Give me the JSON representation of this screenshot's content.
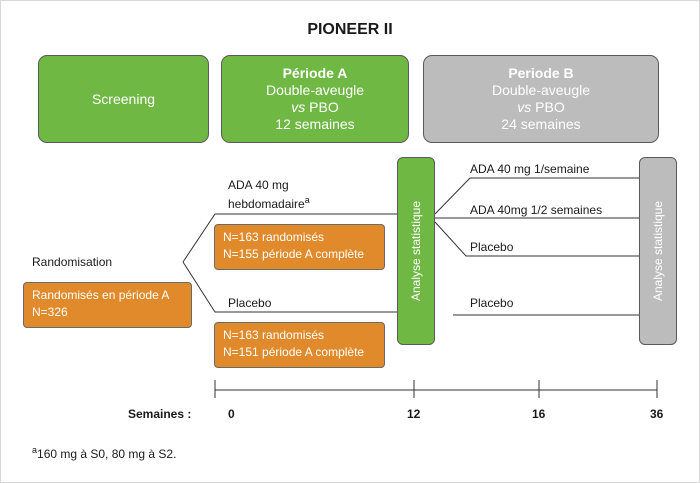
{
  "title": "PIONEER II",
  "phases": {
    "screening": "Screening",
    "period_a": {
      "name": "Période A",
      "line1": "Double-aveugle",
      "vs": "vs",
      "pbo": " PBO",
      "duration": "12 semaines"
    },
    "period_b": {
      "name": "Periode B",
      "line1": "Double-aveugle",
      "vs": "vs",
      "pbo": " PBO",
      "duration": "24 semaines"
    }
  },
  "arms_a": {
    "ada_line1": "ADA 40 mg",
    "ada_line2": "hebdomadaire",
    "ada_sup": "a",
    "placebo": "Placebo"
  },
  "randomisation": "Randomisation",
  "randomised_box": {
    "line1": "Randomisés en période A",
    "line2": "N=326"
  },
  "ada_box": {
    "line1": "N=163 randomisés",
    "line2": "N=155 période A complète"
  },
  "placebo_box": {
    "line1": "N=163 randomisés",
    "line2": "N=151 période A complète"
  },
  "analysis_label": "Analyse statistique",
  "arms_b": {
    "weekly": "ADA 40  mg 1/semaine",
    "biweekly": "ADA 40mg 1/2 semaines",
    "placebo1": "Placebo",
    "placebo2": "Placebo"
  },
  "timeline": {
    "label": "Semaines :",
    "ticks": [
      "0",
      "12",
      "16",
      "36"
    ]
  },
  "footnote": {
    "sup": "a",
    "text": "160 mg à S0, 80 mg à S2."
  },
  "colors": {
    "green": "#6fb843",
    "grey": "#bcbcbc",
    "orange": "#e08a2b"
  }
}
